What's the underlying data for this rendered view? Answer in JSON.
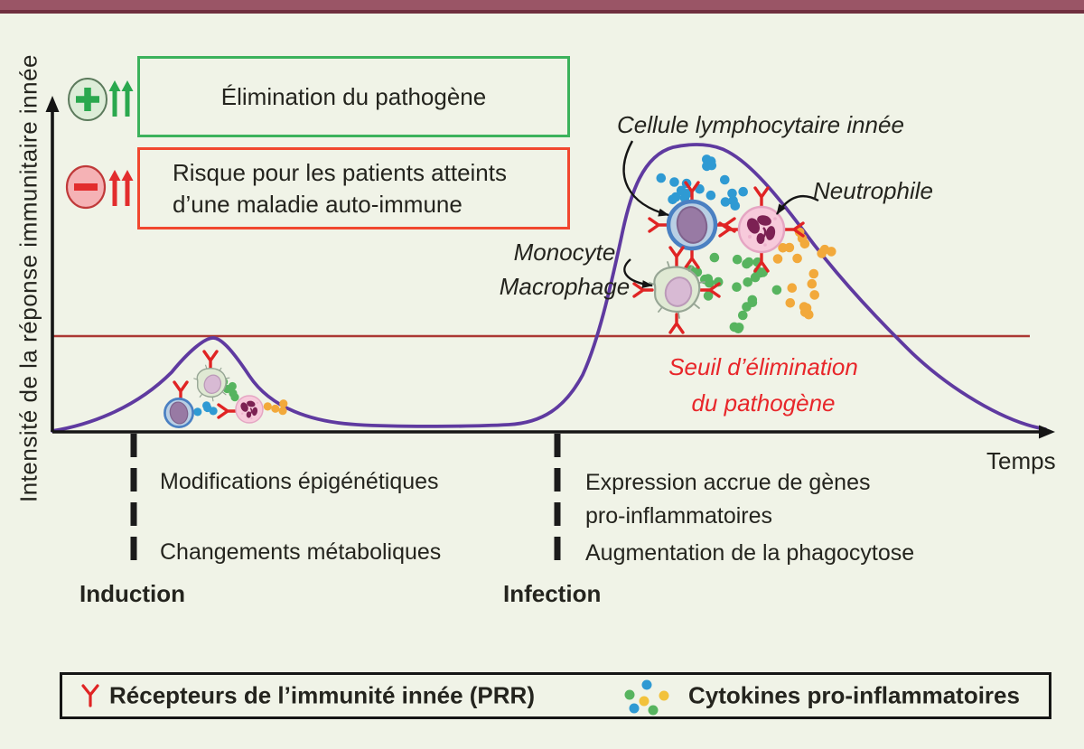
{
  "colors": {
    "background": "#f0f3e7",
    "top_bar": "#9a5566",
    "top_bar_edge": "#702f3f",
    "curve": "#5f3aa0",
    "threshold_line": "#ab3833",
    "threshold_text": "#e8262a",
    "positive_green": "#2aa84e",
    "negative_red": "#e22d2d",
    "receptor_red": "#e02424",
    "cytokine_blue": "#2f9ad3",
    "cytokine_green": "#57b45f",
    "cytokine_orange": "#f2a93b"
  },
  "axes": {
    "y_label": "Intensité de la réponse immunitaire innée",
    "x_label": "Temps"
  },
  "outcome_boxes": {
    "positive": {
      "icon": "plus-circle-icon",
      "arrows_icon": "double-up-arrow-icon",
      "label": "Élimination du pathogène"
    },
    "negative": {
      "icon": "minus-circle-icon",
      "arrows_icon": "double-up-arrow-icon",
      "line1": "Risque pour les patients atteints",
      "line2": "d’une maladie auto-immune"
    }
  },
  "threshold": {
    "line1": "Seuil d’élimination",
    "line2": "du pathogène"
  },
  "cell_labels": {
    "ilc": "Cellule lymphocytaire innée",
    "neutrophil": "Neutrophile",
    "monocyte": "Monocyte",
    "macrophage": "Macrophage"
  },
  "timeline": {
    "induction": {
      "title": "Induction",
      "item1": "Modifications épigénétiques",
      "item2": "Changements métaboliques"
    },
    "infection": {
      "title": "Infection",
      "item1_line1": "Expression accrue de gènes",
      "item1_line2": "pro-inflammatoires",
      "item2": "Augmentation de la phagocytose"
    }
  },
  "legend": {
    "receptor_icon": "y-receptor-icon",
    "receptor_label": "Récepteurs de l’immunité innée (PRR)",
    "cytokine_icon": "cytokine-dots-icon",
    "cytokine_label": "Cytokines pro-inflammatoires"
  }
}
